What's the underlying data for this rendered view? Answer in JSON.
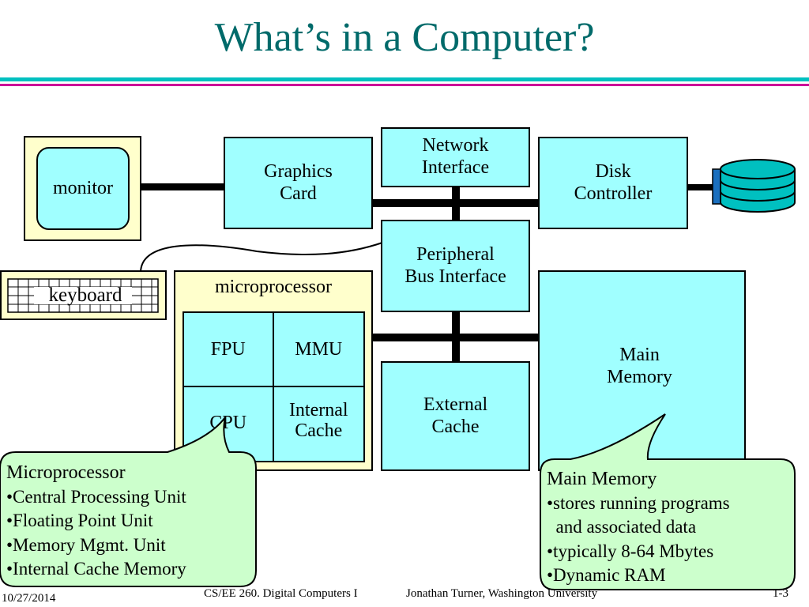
{
  "slide": {
    "title": "What’s in a Computer?"
  },
  "components": {
    "monitor": "monitor",
    "keyboard": "keyboard",
    "graphics_card": "Graphics\nCard",
    "network_interface": "Network\nInterface",
    "disk_controller": "Disk\nController",
    "peripheral_bus_interface": "Peripheral\nBus Interface",
    "microprocessor": "microprocessor",
    "fpu": "FPU",
    "mmu": "MMU",
    "cpu": "CPU",
    "internal_cache": "Internal\nCache",
    "external_cache": "External\nCache",
    "main_memory": "Main\nMemory"
  },
  "callouts": {
    "microprocessor": {
      "heading": "Microprocessor",
      "items": [
        "•Central Processing Unit",
        "•Floating Point Unit",
        "•Memory Mgmt. Unit",
        "•Internal Cache Memory"
      ]
    },
    "main_memory": {
      "heading": "Main Memory",
      "items": [
        "•stores running programs",
        "  and associated data",
        "•typically 8-64 Mbytes",
        "•Dynamic RAM"
      ]
    }
  },
  "footer": {
    "date": "10/27/2014",
    "course": "CS/EE 260. Digital Computers I",
    "author": "Jonathan Turner, Washington University",
    "page": "1-3"
  },
  "colors": {
    "title": "#006a6a",
    "component_fill": "#a0ffff",
    "panel_fill": "#ffffcc",
    "callout_fill": "#ccffcc",
    "disk_fill": "#00c0c0",
    "rule_teal": "#00c0c0",
    "rule_magenta": "#cc0099"
  }
}
